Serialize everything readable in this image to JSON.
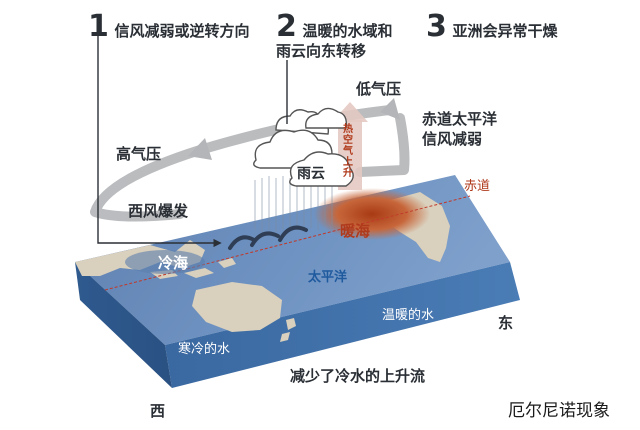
{
  "steps": [
    {
      "num": "1",
      "text": "信风减弱或逆转方向"
    },
    {
      "num": "2",
      "text_line1": "温暖的水域和",
      "text_line2": "雨云向东转移"
    },
    {
      "num": "3",
      "text": "亚洲会异常干燥"
    }
  ],
  "labels": {
    "high_pressure": "高气压",
    "low_pressure": "低气压",
    "westerly_burst": "西风爆发",
    "rising_hot_air": "热空气上升",
    "rain_cloud": "雨云",
    "trade_winds_weaken": [
      "赤道太平洋",
      "信风减弱"
    ],
    "equator": "赤道",
    "warm_sea": "暖海",
    "cold_sea": "冷海",
    "pacific": "太平洋",
    "warm_water": "温暖的水",
    "cold_water": "寒冷的水",
    "reduced_upwelling": "减少了冷水的上升流",
    "east": "东",
    "west": "西",
    "title": "厄尔尼诺现象"
  },
  "colors": {
    "ocean_top": "#6b8dbb",
    "ocean_front": "#3f70a8",
    "land": "#d8cfbd",
    "warm_sea": "#b5471f",
    "equator_line": "#c0392b",
    "arrow_gray": "#b7b9bc",
    "text_dark": "#2a2f35",
    "text_red": "#b03a1c",
    "text_blue": "#1f5a9e"
  }
}
